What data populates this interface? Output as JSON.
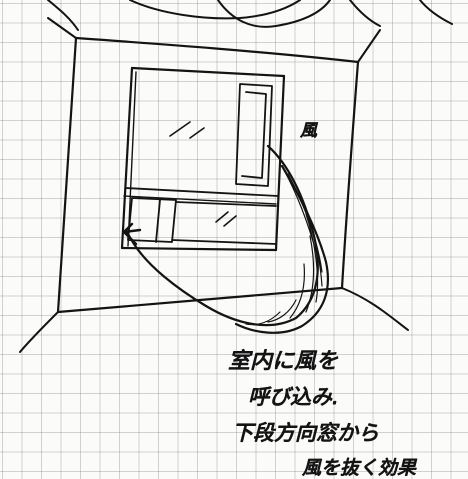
{
  "labels": {
    "wind": "風",
    "note_line_1": "室内に風を",
    "note_line_2": "呼び込み.",
    "note_line_3": "下段方向窓から",
    "note_line_4": "風を抜く効果"
  },
  "colors": {
    "ink": "#141414",
    "grid": "#8a8a8a",
    "paper": "#fbfbfa"
  }
}
